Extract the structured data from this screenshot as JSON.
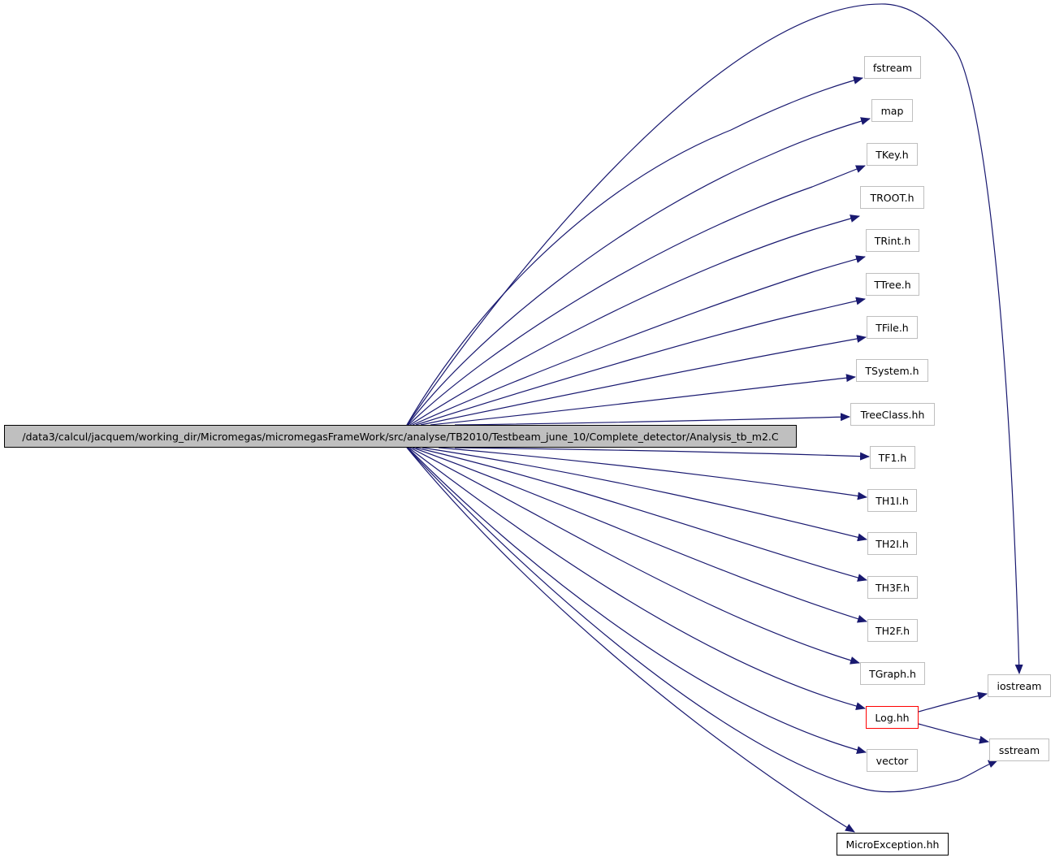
{
  "colors": {
    "edge": "#191970",
    "root_fill": "#bfbfbf",
    "node_border": "#bfbfbf",
    "highlight_border": "#ff0000",
    "documented_border": "#000000"
  },
  "root": {
    "label": "/data3/calcul/jacquem/working_dir/Micromegas/micromegasFrameWork/src/analyse/TB2010/Testbeam_june_10/Complete_detector/Analysis_tb_m2.C"
  },
  "nodes": [
    {
      "id": "fstream",
      "label": "fstream"
    },
    {
      "id": "map",
      "label": "map"
    },
    {
      "id": "tkey",
      "label": "TKey.h"
    },
    {
      "id": "troot",
      "label": "TROOT.h"
    },
    {
      "id": "trint",
      "label": "TRint.h"
    },
    {
      "id": "ttree",
      "label": "TTree.h"
    },
    {
      "id": "tfile",
      "label": "TFile.h"
    },
    {
      "id": "tsystem",
      "label": "TSystem.h"
    },
    {
      "id": "treeclass",
      "label": "TreeClass.hh"
    },
    {
      "id": "tf1",
      "label": "TF1.h"
    },
    {
      "id": "th1i",
      "label": "TH1I.h"
    },
    {
      "id": "th2i",
      "label": "TH2I.h"
    },
    {
      "id": "th3f",
      "label": "TH3F.h"
    },
    {
      "id": "th2f",
      "label": "TH2F.h"
    },
    {
      "id": "tgraph",
      "label": "TGraph.h"
    },
    {
      "id": "log",
      "label": "Log.hh",
      "style": "red"
    },
    {
      "id": "vector",
      "label": "vector"
    },
    {
      "id": "microexception",
      "label": "MicroException.hh",
      "style": "black"
    },
    {
      "id": "iostream",
      "label": "iostream"
    },
    {
      "id": "sstream",
      "label": "sstream"
    }
  ],
  "edges": [
    {
      "from": "root",
      "to": "fstream"
    },
    {
      "from": "root",
      "to": "map"
    },
    {
      "from": "root",
      "to": "tkey"
    },
    {
      "from": "root",
      "to": "troot"
    },
    {
      "from": "root",
      "to": "trint"
    },
    {
      "from": "root",
      "to": "ttree"
    },
    {
      "from": "root",
      "to": "tfile"
    },
    {
      "from": "root",
      "to": "tsystem"
    },
    {
      "from": "root",
      "to": "treeclass"
    },
    {
      "from": "root",
      "to": "tf1"
    },
    {
      "from": "root",
      "to": "th1i"
    },
    {
      "from": "root",
      "to": "th2i"
    },
    {
      "from": "root",
      "to": "th3f"
    },
    {
      "from": "root",
      "to": "th2f"
    },
    {
      "from": "root",
      "to": "tgraph"
    },
    {
      "from": "root",
      "to": "log"
    },
    {
      "from": "root",
      "to": "vector"
    },
    {
      "from": "root",
      "to": "microexception"
    },
    {
      "from": "root",
      "to": "iostream"
    },
    {
      "from": "root",
      "to": "sstream"
    },
    {
      "from": "log",
      "to": "iostream"
    },
    {
      "from": "log",
      "to": "sstream"
    }
  ]
}
